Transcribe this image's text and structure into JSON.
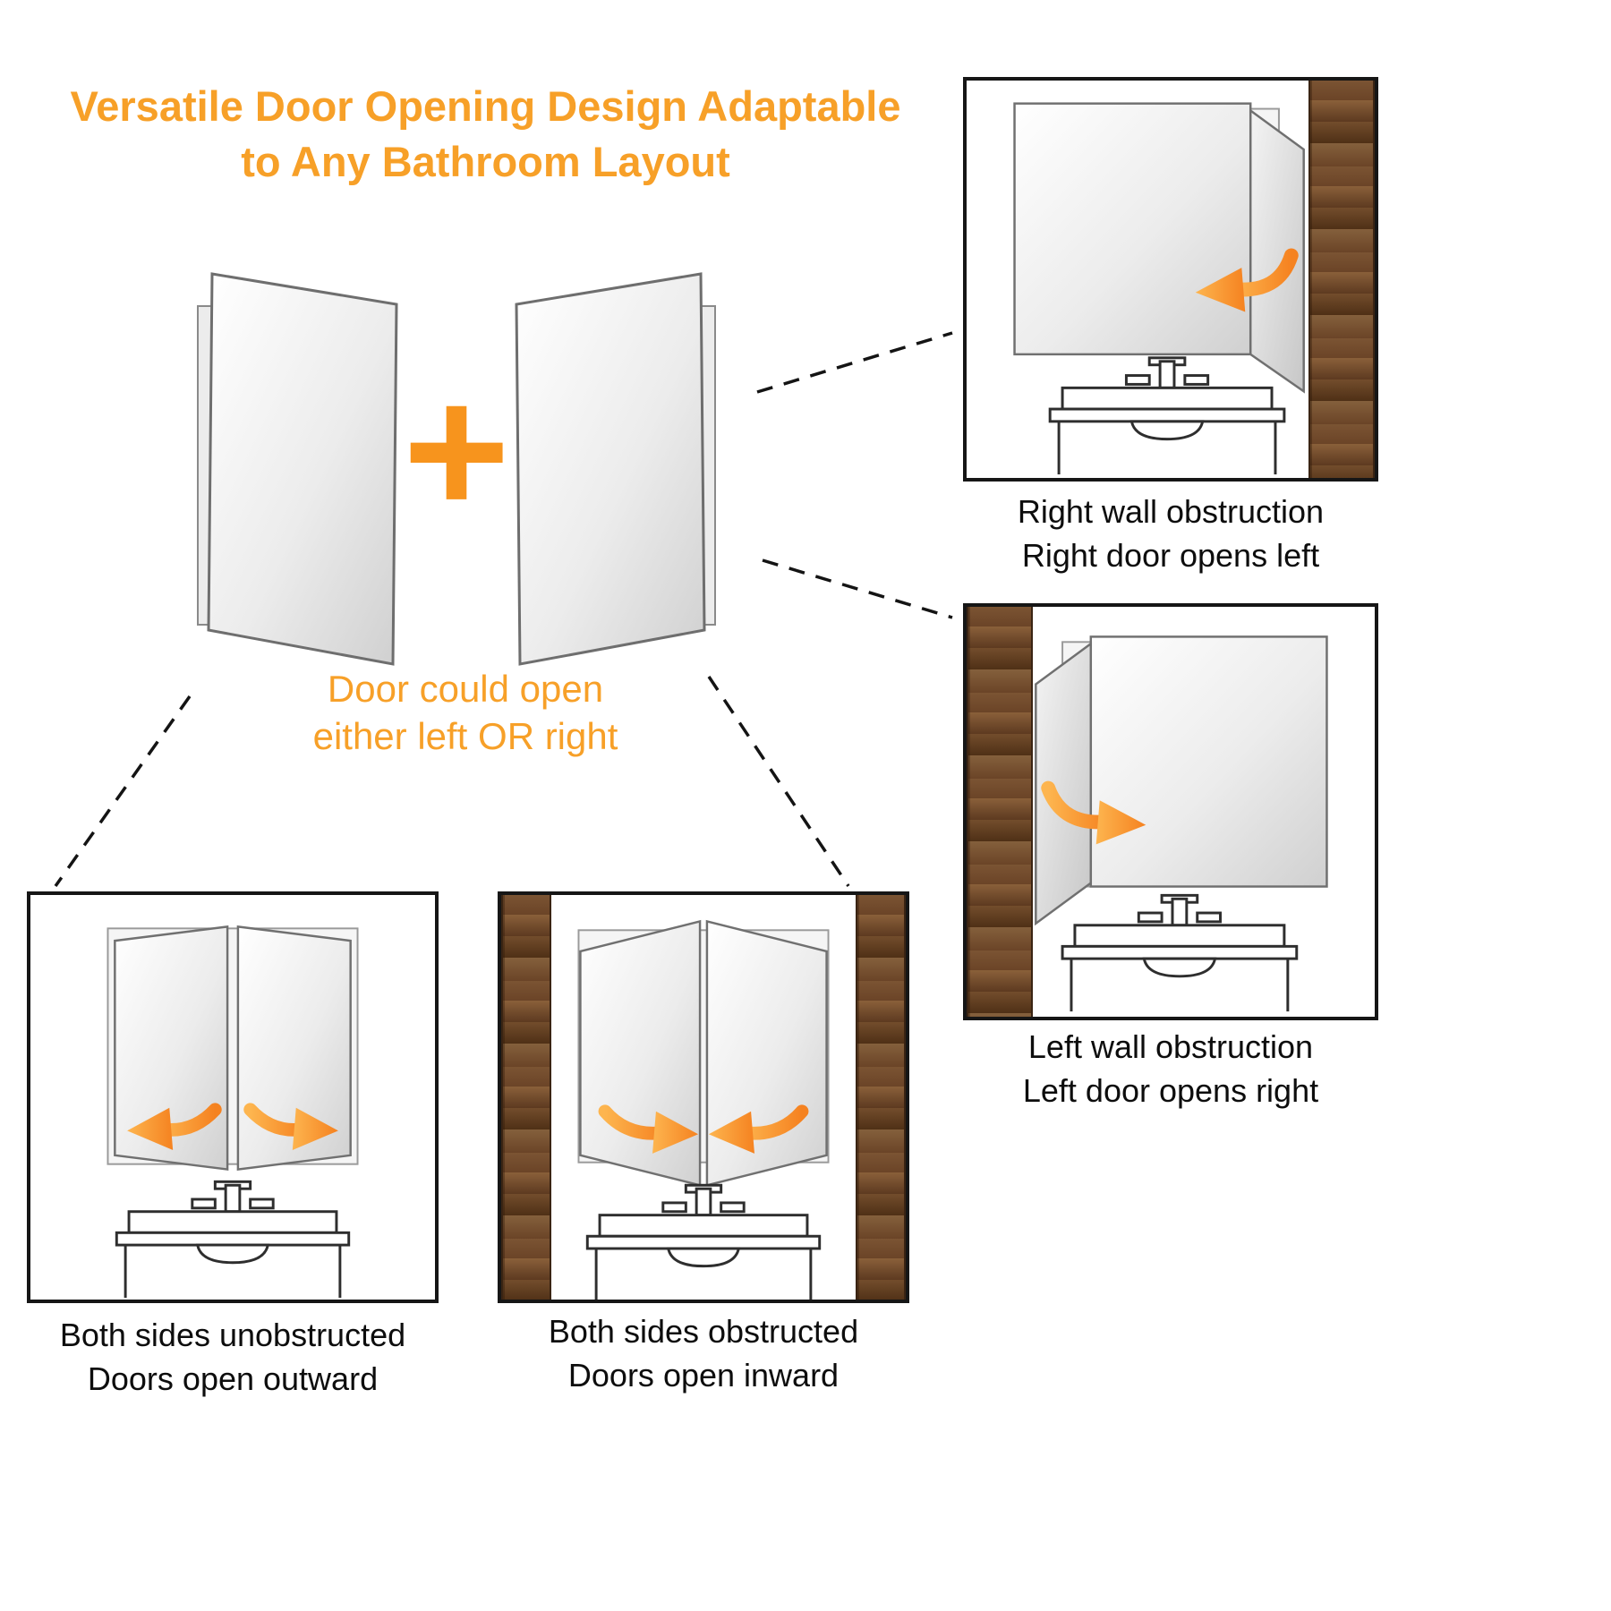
{
  "colors": {
    "accent_orange": "#F7941D",
    "title_orange": "#F7A028",
    "text_black": "#0d0d0d",
    "wood_brown": "#6b4427",
    "mirror_gray": "#e3e3e3"
  },
  "title": {
    "line1": "Versatile Door Opening Design Adaptable",
    "line2": "to Any Bathroom Layout"
  },
  "hero": {
    "plus_sign": "+",
    "caption_line1": "Door could open",
    "caption_line2": "either left OR right"
  },
  "panels": {
    "top_right": {
      "caption_line1": "Right wall obstruction",
      "caption_line2": "Right door opens left"
    },
    "mid_right": {
      "caption_line1": "Left wall obstruction",
      "caption_line2": "Left door opens right"
    },
    "bottom_left": {
      "caption_line1": "Both sides unobstructed",
      "caption_line2": "Doors open outward"
    },
    "bottom_center": {
      "caption_line1": "Both sides obstructed",
      "caption_line2": "Doors open inward"
    }
  },
  "icons": {
    "plus": "plus-icon",
    "curved_arrow": "curved-arrow-icon",
    "sink": "sink-vanity-icon",
    "wood": "wood-wall-texture",
    "connector": "dashed-connector-line"
  }
}
